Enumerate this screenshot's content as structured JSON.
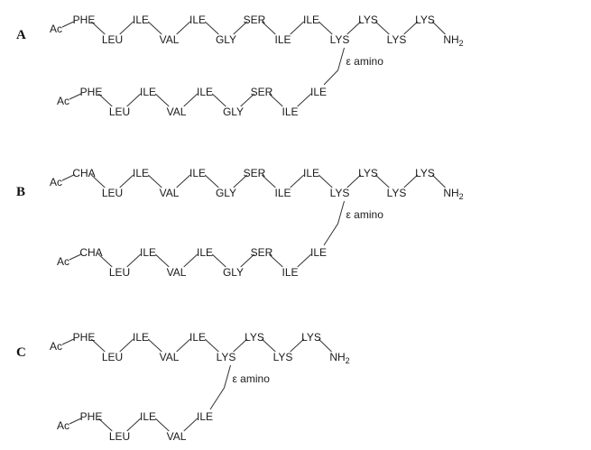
{
  "panels": {
    "A": {
      "label": "A",
      "main": [
        "PHE",
        "LEU",
        "ILE",
        "VAL",
        "ILE",
        "GLY",
        "SER",
        "ILE",
        "ILE",
        "LYS",
        "LYS",
        "LYS",
        "LYS"
      ],
      "branch": [
        "PHE",
        "LEU",
        "ILE",
        "VAL",
        "ILE",
        "GLY",
        "SER",
        "ILE",
        "ILE"
      ]
    },
    "B": {
      "label": "B",
      "main": [
        "CHA",
        "LEU",
        "ILE",
        "VAL",
        "ILE",
        "GLY",
        "SER",
        "ILE",
        "ILE",
        "LYS",
        "LYS",
        "LYS",
        "LYS"
      ],
      "branch": [
        "CHA",
        "LEU",
        "ILE",
        "VAL",
        "ILE",
        "GLY",
        "SER",
        "ILE",
        "ILE"
      ]
    },
    "C": {
      "label": "C",
      "main": [
        "PHE",
        "LEU",
        "ILE",
        "VAL",
        "ILE",
        "LYS",
        "LYS",
        "LYS",
        "LYS"
      ],
      "branch": [
        "PHE",
        "LEU",
        "ILE",
        "VAL",
        "ILE"
      ]
    }
  },
  "n_terminus": "Ac",
  "c_terminus": "NH2",
  "linkage_label": "ε amino"
}
